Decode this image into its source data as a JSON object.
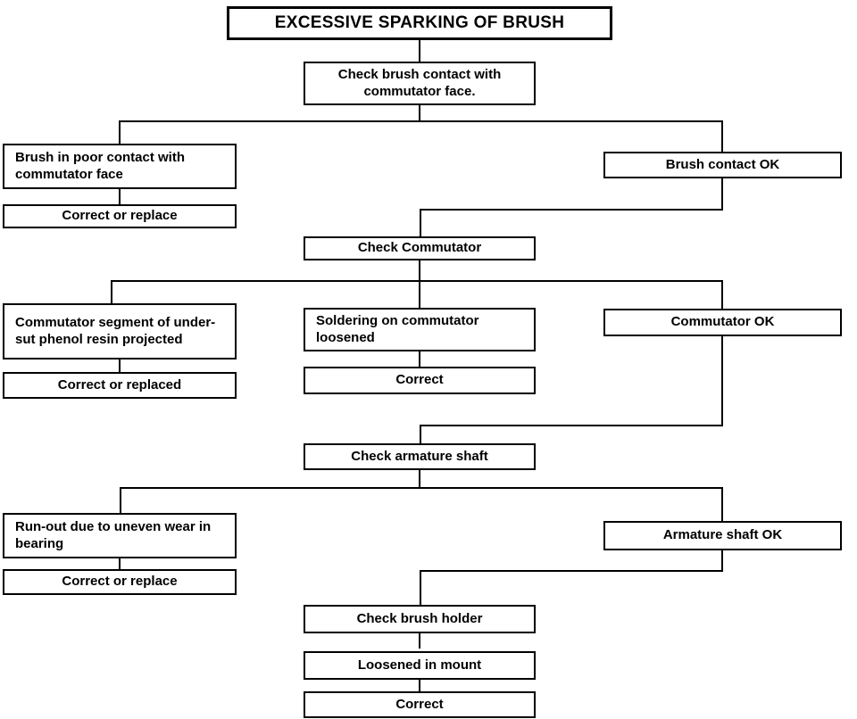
{
  "diagram": {
    "title": "EXCESSIVE SPARKING OF BRUSH",
    "type": "troubleshooting-flowchart"
  },
  "nodes": {
    "title_box": "EXCESSIVE SPARKING OF BRUSH",
    "check_brush_contact": "Check brush contact with commutator face.",
    "brush_poor_contact": "Brush in poor contact with commutator face",
    "brush_poor_contact_action": "Correct or replace",
    "brush_contact_ok": "Brush contact OK",
    "check_commutator": "Check Commutator",
    "commutator_segment": "Commutator segment of under-sut phenol resin projected",
    "commutator_segment_action": "Correct or replaced",
    "soldering_loosened": "Soldering on commutator loosened",
    "soldering_loosened_action": "Correct",
    "commutator_ok": "Commutator OK",
    "check_armature_shaft": "Check armature shaft",
    "run_out_bearing": "Run-out due to uneven wear in bearing",
    "run_out_bearing_action": "Correct or replace",
    "armature_shaft_ok": "Armature shaft OK",
    "check_brush_holder": "Check brush holder",
    "loosened_in_mount": "Loosened in mount",
    "loosened_in_mount_action": "Correct"
  },
  "chart_data": {
    "type": "flowchart",
    "title": "EXCESSIVE SPARKING OF BRUSH",
    "stages": [
      {
        "check": "Check brush contact with commutator face.",
        "branches": [
          {
            "condition": "Brush in poor contact with commutator face",
            "action": "Correct or replace"
          },
          {
            "condition": "Brush contact OK",
            "action": null,
            "continues": true
          }
        ]
      },
      {
        "check": "Check Commutator",
        "branches": [
          {
            "condition": "Commutator segment of under-sut phenol resin projected",
            "action": "Correct or replaced"
          },
          {
            "condition": "Soldering on commutator loosened",
            "action": "Correct"
          },
          {
            "condition": "Commutator OK",
            "action": null,
            "continues": true
          }
        ]
      },
      {
        "check": "Check armature shaft",
        "branches": [
          {
            "condition": "Run-out due to uneven wear in bearing",
            "action": "Correct or replace"
          },
          {
            "condition": "Armature shaft OK",
            "action": null,
            "continues": true
          }
        ]
      },
      {
        "check": "Check brush holder",
        "branches": [
          {
            "condition": "Loosened in mount",
            "action": "Correct"
          }
        ]
      }
    ],
    "colors": {
      "line": "#000000",
      "box_fill": "#ffffff",
      "text": "#000000"
    }
  }
}
